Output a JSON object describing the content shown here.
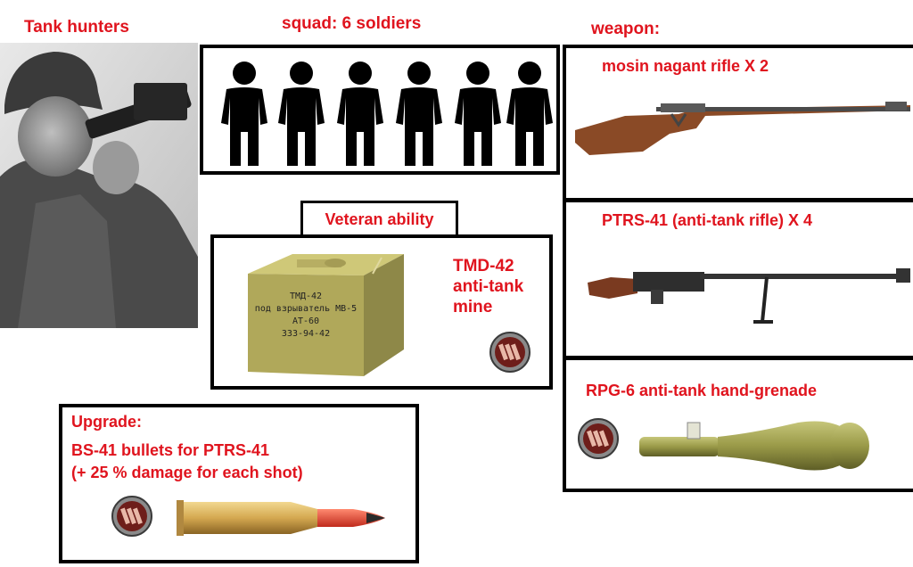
{
  "title": "Tank hunters",
  "squad": {
    "label": "squad: 6 soldiers",
    "count": 6
  },
  "weapon": {
    "header": "weapon:",
    "items": [
      {
        "label": "mosin nagant rifle X 2"
      },
      {
        "label": "PTRS-41 (anti-tank rifle) X 4"
      },
      {
        "label": "RPG-6 anti-tank hand-grenade"
      }
    ]
  },
  "veteran": {
    "label": "Veteran ability",
    "item_lines": [
      "TMD-42",
      "anti-tank",
      "mine"
    ],
    "box_text": [
      "ТМД-42",
      "под взрыватель МВ-5",
      "АТ-60",
      "333-94-42"
    ]
  },
  "upgrade": {
    "label": "Upgrade:",
    "lines": [
      "BS-41 bullets for PTRS-41",
      "(+ 25 % damage for each shot)"
    ]
  },
  "colors": {
    "accent": "#e0141e",
    "border": "#000000",
    "wood": "#8a4a26",
    "olive": "#9a9a48",
    "crate": "#b8b060",
    "brass": "#d8b060",
    "bullet_tip": "#e8443a"
  }
}
